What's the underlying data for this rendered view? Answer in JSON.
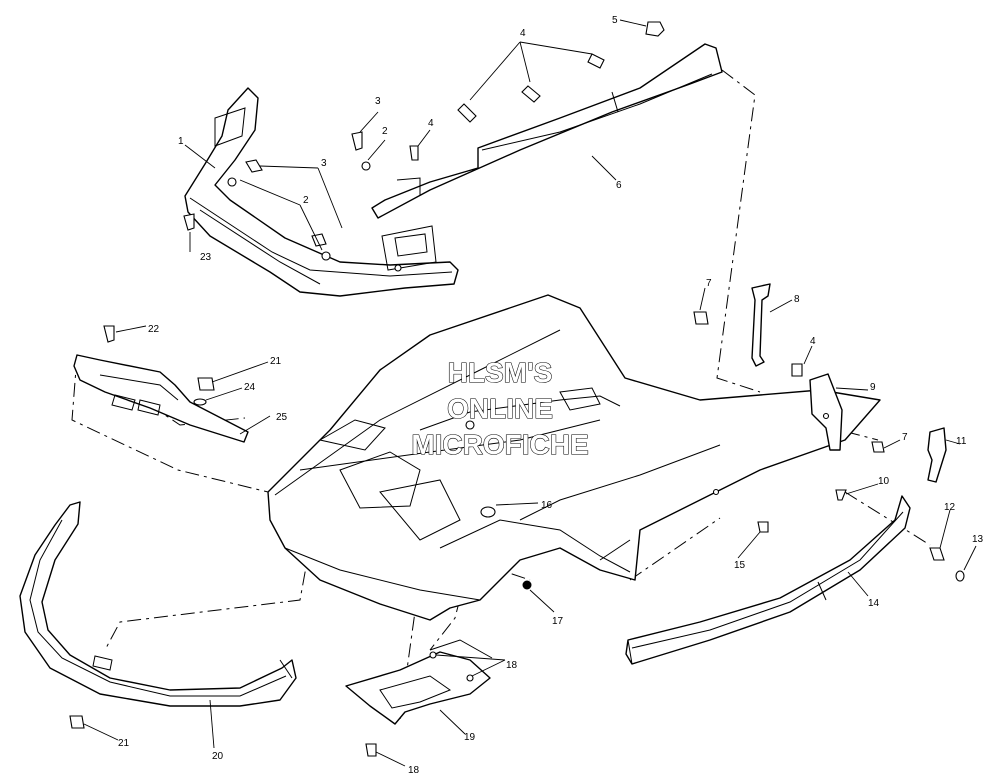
{
  "watermark": {
    "line1": "HLSM'S",
    "line2": "ONLINE",
    "line3": "MICROFICHE"
  },
  "callouts": [
    "1",
    "2",
    "2",
    "3",
    "3",
    "4",
    "4",
    "5",
    "6",
    "7",
    "7",
    "8",
    "4",
    "9",
    "10",
    "11",
    "12",
    "13",
    "14",
    "15",
    "16",
    "17",
    "18",
    "18",
    "19",
    "20",
    "21",
    "21",
    "22",
    "23",
    "24",
    "25"
  ]
}
